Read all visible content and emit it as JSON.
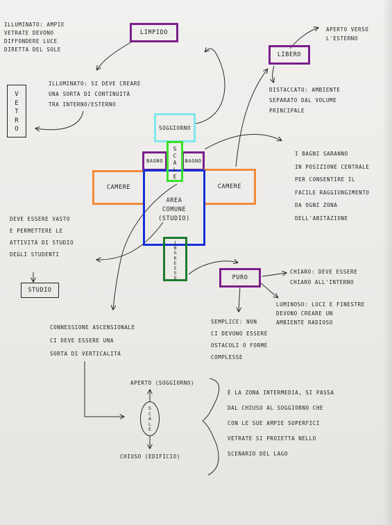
{
  "colors": {
    "limpido": "#7a1f8c",
    "libero": "#7a1f8c",
    "puro": "#7a1f8c",
    "bagno": "#7a1f8c",
    "soggiorno": "#7fe8ea",
    "scale": "#39e02b",
    "ingresso": "#1d7a2b",
    "camere": "#f08a3a",
    "area": "#1630d6",
    "ink": "#222222"
  },
  "boxes": {
    "limpido": "LIMPIDO",
    "libero": "LIBERO",
    "puro": "PURO",
    "soggiorno": "SOGGIORNO",
    "bagno_left": "BAGNO",
    "bagno_right": "BAGNO",
    "camere_left": "CAMERE",
    "camere_right": "CAMERE",
    "area": "AREA\nCOMUNE\n(STUDIO)",
    "studio": "STUDIO",
    "vetro": [
      "V",
      "E",
      "T",
      "R",
      "O"
    ],
    "scale_letters": [
      "S",
      "C",
      "A",
      "L",
      "E"
    ],
    "ingresso_letters": [
      "I",
      "N",
      "G",
      "R",
      "E",
      "S",
      "S",
      "O"
    ],
    "scale_bottom_letters": [
      "S",
      "C",
      "A",
      "L",
      "E"
    ]
  },
  "notes": {
    "illuminato_top": "ILLUMINATO: AMPIE\nVETRATE DEVONO\nDIFFONDERE LUCE\nDIRETTA DEL SOLE",
    "illuminato_mid": "ILLUMINATO: SI DEVE CREARE\nUNA SORTA DI CONTINUITÀ\nTRA INTERNO/ESTERNO",
    "aperto_verso": "APERTO VERSO\nL'ESTERNO",
    "distaccato": "DISTACCATO: AMBIENTE\nSEPARATO DAL VOLUME\nPRINCIPALE",
    "bagni": "I BAGNI SARANNO\nIN POSIZIONE CENTRALE\nPER CONSENTIRE IL\nFACILE RAGGIUNGIMENTO\nDA OGNI ZONA\nDELL'ABITAZIONE",
    "deve_essere": "DEVE ESSERE VASTO\nE PERMETTERE LE\nATTIVITÀ DI STUDIO\nDEGLI STUDENTI",
    "chiaro": "CHIARO: DEVE ESSERE\nCHIARO ALL'INTERNO",
    "luminoso": "LUMINOSO: LUCI E FINESTRE\nDEVONO CREARE UN\nAMBIENTE RADIOSO",
    "semplice": "SEMPLICE: NON\nCI DEVONO ESSERE\nOSTACOLI O FORME\nCOMPLESSE",
    "connessione": "CONNESSIONE ASCENSIONALE\nCI DEVE ESSERE UNA\nSORTA DI VERTICALITÀ",
    "aperto_soggiorno": "APERTO (SOGGIORNO)",
    "chiuso_edificio": "CHIUSO (EDIFICIO)",
    "zona_intermedia": "È LA ZONA INTERMEDIA, SI PASSA\nDAL CHIUSO AL SOGGIORNO CHE\nCON LE SUE AMPIE SUPERFICI\nVETRATE SI PROIETTA NELLO\nSCENARIO DEL LAGO"
  }
}
